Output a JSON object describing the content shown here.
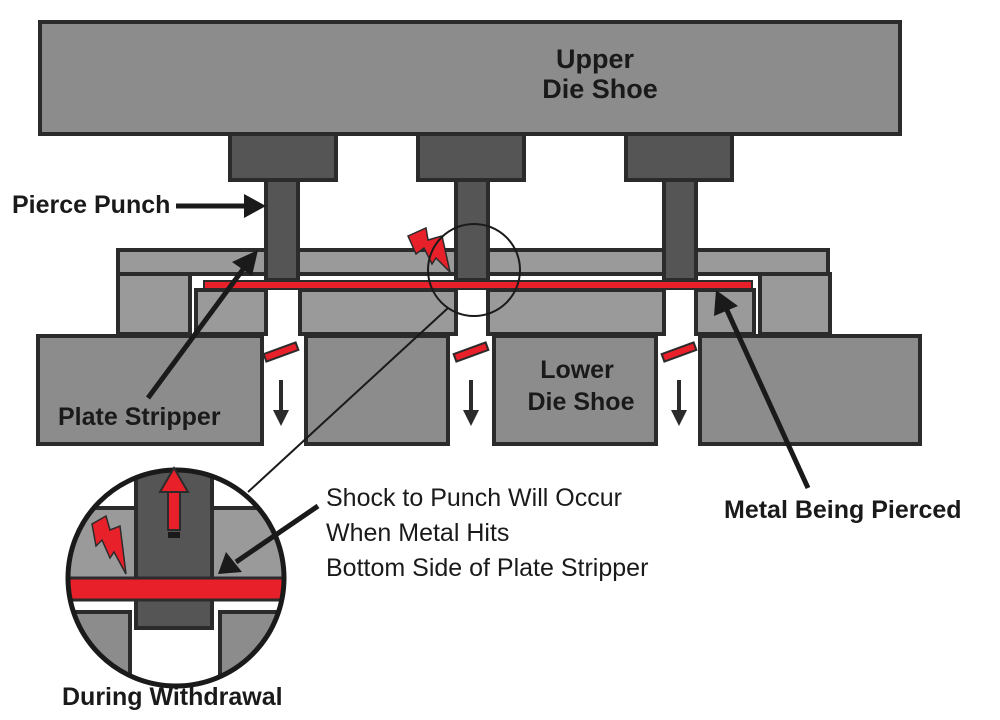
{
  "labels": {
    "upper_die_shoe_line1": "Upper",
    "upper_die_shoe_line2": "Die Shoe",
    "pierce_punch": "Pierce Punch",
    "plate_stripper": "Plate Stripper",
    "lower_die_shoe_line1": "Lower",
    "lower_die_shoe_line2": "Die Shoe",
    "shock_line1": "Shock to Punch Will Occur",
    "shock_line2": "When Metal Hits",
    "shock_line3": "Bottom Side of Plate Stripper",
    "metal_being_pierced": "Metal Being Pierced",
    "during_withdrawal": "During Withdrawal"
  },
  "colors": {
    "outline": "#2b2b2b",
    "die_gray": "#8c8c8c",
    "punch_dark": "#555555",
    "stripper_light": "#9a9a9a",
    "metal_red": "#e8202a",
    "background": "#ffffff"
  },
  "icons": {
    "shock": "lightning-bolt-icon",
    "withdraw": "up-arrow-icon",
    "slug_fall": "down-arrow-icon"
  }
}
